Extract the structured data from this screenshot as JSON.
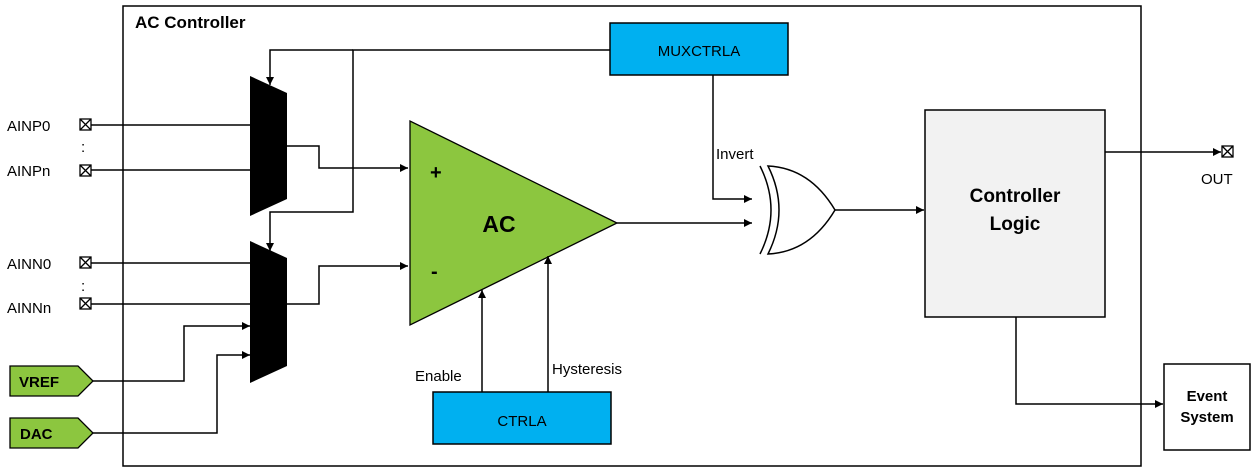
{
  "title": "AC Controller",
  "inputs": {
    "ainp0": "AINP0",
    "ainpn": "AINPn",
    "ainn0": "AINN0",
    "ainnn": "AINNn",
    "dots": ":"
  },
  "refs": {
    "vref": "VREF",
    "dac": "DAC"
  },
  "registers": {
    "muxctrla": "MUXCTRLA",
    "ctrla": "CTRLA"
  },
  "comparator": {
    "label": "AC",
    "plus": "+",
    "minus": "-"
  },
  "signals": {
    "invert": "Invert",
    "enable": "Enable",
    "hysteresis": "Hysteresis"
  },
  "logic": {
    "line1": "Controller",
    "line2": "Logic"
  },
  "output": "OUT",
  "event_system": {
    "line1": "Event",
    "line2": "System"
  },
  "colors": {
    "register_fill": "#00b0f0",
    "green_fill": "#8cc63f",
    "logic_fill": "#f2f2f2"
  }
}
